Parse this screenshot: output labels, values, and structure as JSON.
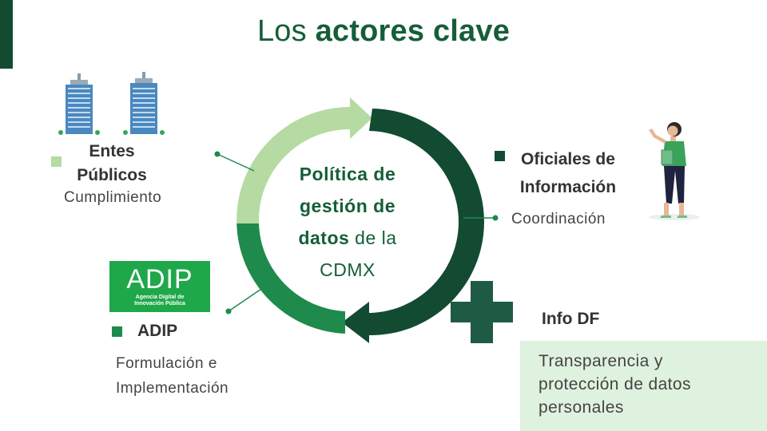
{
  "title": {
    "regular": "Los",
    "bold": "actores clave"
  },
  "center": {
    "line1": "Política de",
    "line2": "gestión de",
    "line3_bold": "datos",
    "line3_rest": " de la",
    "line4": "CDMX"
  },
  "actors": {
    "entes": {
      "name_line1": "Entes",
      "name_line2": "Públicos",
      "role": "Cumplimiento"
    },
    "oficiales": {
      "name_line1": "Oficiales de",
      "name_line2": "Información",
      "role": "Coordinación"
    },
    "adip": {
      "name": "ADIP",
      "role_line1": "Formulación e",
      "role_line2": "Implementación",
      "logo_text": "ADIP",
      "logo_sub1": "Agencia Digital de",
      "logo_sub2": "Innovación Pública"
    },
    "infodf": {
      "name": "Info DF",
      "box_line1": "Transparencia y",
      "box_line2": "protección de datos",
      "box_line3": "personales"
    }
  },
  "colors": {
    "dark_green": "#124a32",
    "mid_green": "#1e8a4c",
    "light_green": "#b5dba3",
    "pale_green": "#dff2df",
    "adip_green": "#1fa84a"
  },
  "icons": [
    "buildings-icon",
    "woman-presenter-icon",
    "plus-icon"
  ]
}
